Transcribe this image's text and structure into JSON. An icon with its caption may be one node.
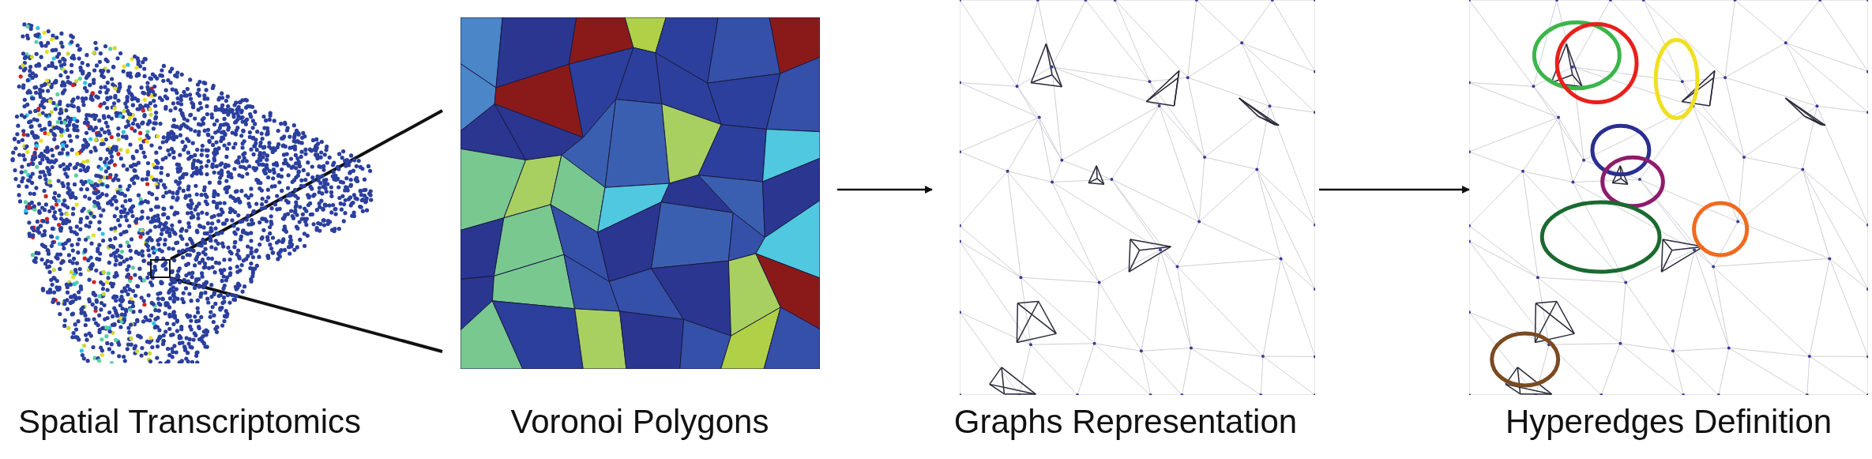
{
  "diagram": {
    "nodes": [
      {
        "text": [],
        "shape": "picture",
        "beside": [
          "Spatial Transcriptomics"
        ]
      },
      {
        "text": [],
        "shape": "box",
        "in": 0
      },
      {
        "text": [],
        "shape": "picture",
        "beside": [
          "Voronoi Polygons"
        ]
      },
      {
        "text": [],
        "shape": "picture",
        "beside": [
          "Graphs Representation"
        ]
      },
      {
        "text": [],
        "shape": "picture",
        "beside": [
          "Hyperedges Definition"
        ]
      }
    ],
    "edges": [
      {
        "from": 1,
        "to": 2,
        "arrow": "none"
      },
      {
        "from": 1,
        "to": 2,
        "arrow": "none"
      },
      {
        "from": 2,
        "to": 3,
        "arrow": "to"
      },
      {
        "from": 3,
        "to": 4,
        "arrow": "to"
      }
    ]
  }
}
